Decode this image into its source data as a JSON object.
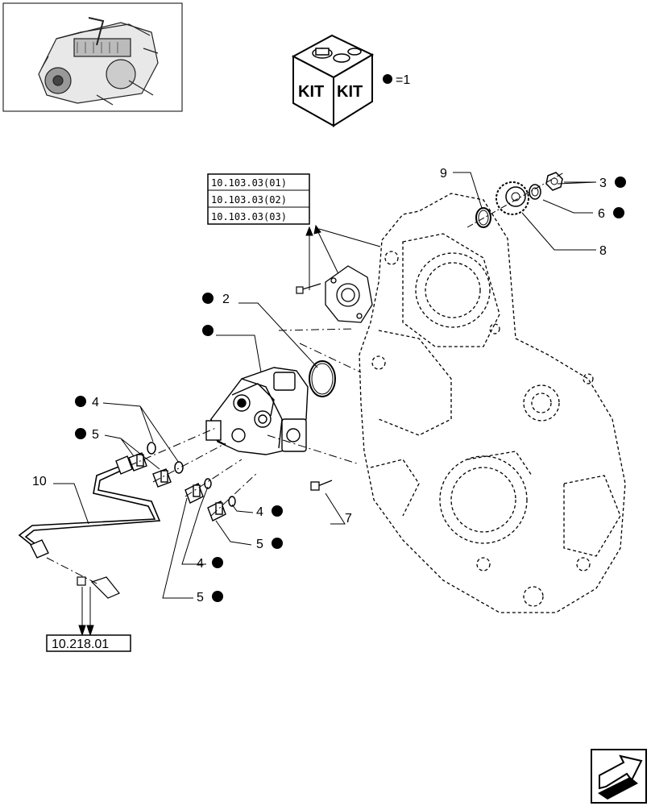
{
  "legend": {
    "kit_symbol": "●",
    "kit_value": "=1",
    "kit_word_left": "KIT",
    "kit_word_right": "KIT"
  },
  "refs": {
    "pump_group": [
      "10.103.03(01)",
      "10.103.03(02)",
      "10.103.03(03)"
    ],
    "pipe": "10.218.01"
  },
  "callouts": [
    {
      "id": "c3",
      "num": "3",
      "kit": true
    },
    {
      "id": "c6",
      "num": "6",
      "kit": true
    },
    {
      "id": "c8",
      "num": "8",
      "kit": false
    },
    {
      "id": "c9",
      "num": "9",
      "kit": false
    },
    {
      "id": "c2",
      "num": "2",
      "kit": true
    },
    {
      "id": "cpump",
      "num": "",
      "kit": true
    },
    {
      "id": "c4a",
      "num": "4",
      "kit": true
    },
    {
      "id": "c5a",
      "num": "5",
      "kit": true
    },
    {
      "id": "c10",
      "num": "10",
      "kit": false
    },
    {
      "id": "c4b",
      "num": "4",
      "kit": true
    },
    {
      "id": "c5b",
      "num": "5",
      "kit": true
    },
    {
      "id": "c4c",
      "num": "4",
      "kit": true
    },
    {
      "id": "c5c",
      "num": "5",
      "kit": true
    },
    {
      "id": "c7",
      "num": "7",
      "kit": false
    }
  ],
  "icons": {
    "thumbnail": "engine-thumbnail-icon",
    "kit_box": "kit-box-icon",
    "nav": "next-page-arrow-icon"
  }
}
